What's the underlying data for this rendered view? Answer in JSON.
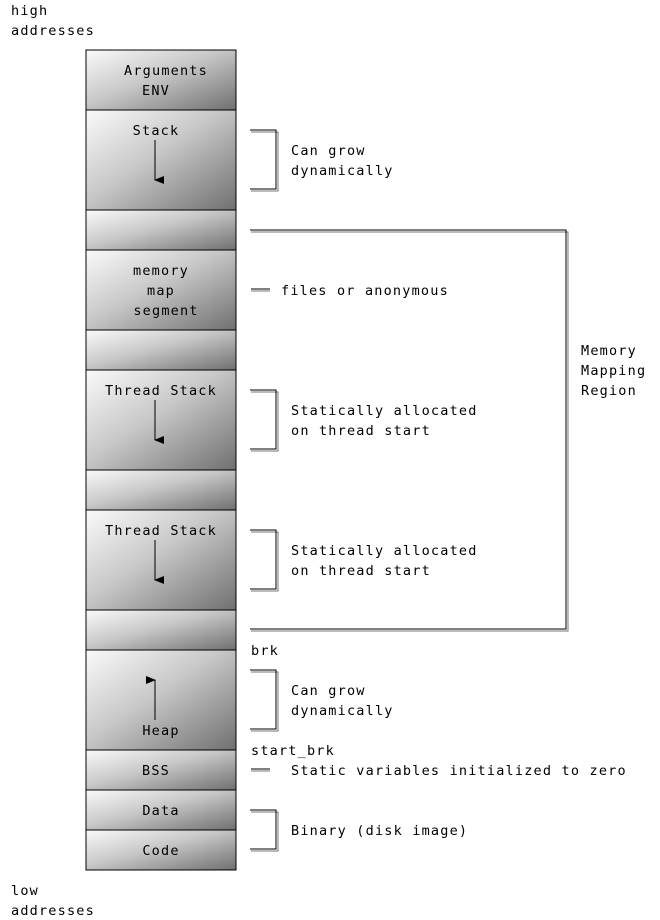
{
  "labels": {
    "high_1": "high",
    "high_2": "addresses",
    "low_1": "low",
    "low_2": "addresses"
  },
  "blocks": {
    "args": [
      "Arguments",
      "ENV"
    ],
    "stack": "Stack",
    "mmap": [
      "memory",
      "map",
      "segment"
    ],
    "thread_stack_1": "Thread Stack",
    "thread_stack_2": "Thread Stack",
    "heap": "Heap",
    "bss": "BSS",
    "data": "Data",
    "code": "Code"
  },
  "annotations": {
    "stack_1": "Can grow",
    "stack_2": "dynamically",
    "mmap": "files or anonymous",
    "ts1_1": "Statically allocated",
    "ts1_2": "on thread start",
    "ts2_1": "Statically allocated",
    "ts2_2": "on thread start",
    "region_1": "Memory",
    "region_2": "Mapping",
    "region_3": "Region",
    "brk": "brk",
    "heap_1": "Can grow",
    "heap_2": "dynamically",
    "start_brk": "start_brk",
    "bss": "Static variables initialized to zero",
    "binary": "Binary (disk image)"
  },
  "colors": {
    "gradient_light": "#fafafa",
    "gradient_dark": "#707070"
  }
}
